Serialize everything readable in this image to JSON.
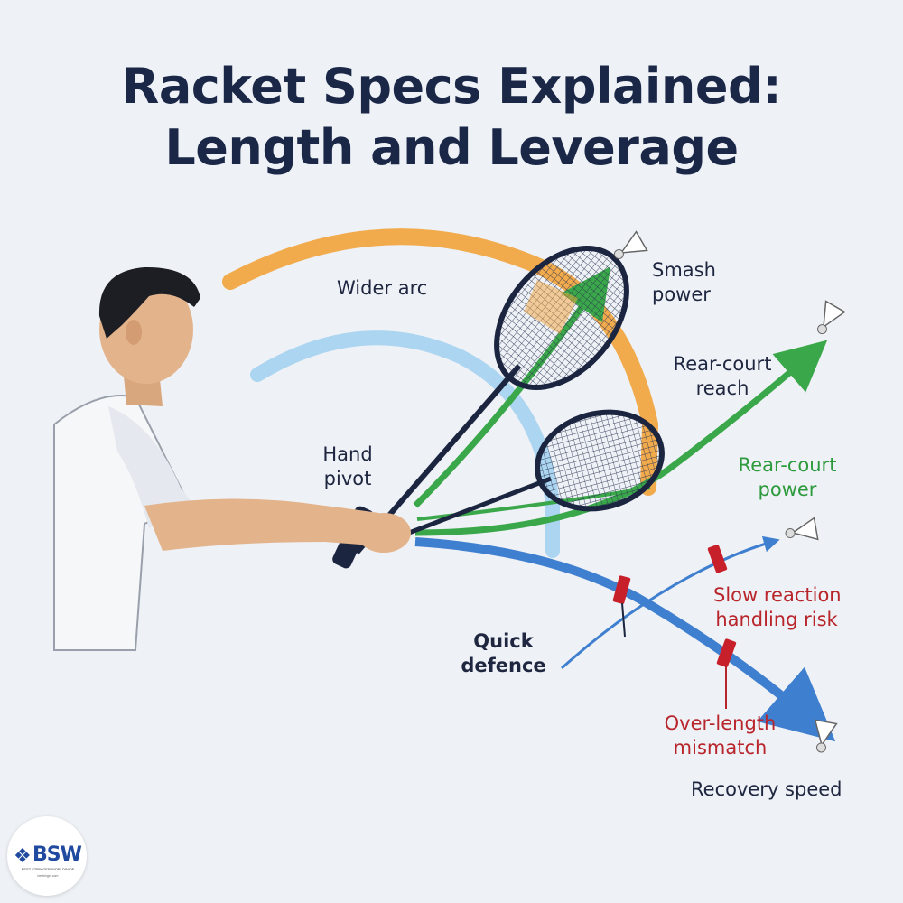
{
  "title": {
    "line1": "Racket Specs Explained:",
    "line2": "Length and Leverage"
  },
  "labels": {
    "wider_arc": "Wider arc",
    "smash_power_1": "Smash",
    "smash_power_2": "power",
    "rear_court_reach_1": "Rear-court",
    "rear_court_reach_2": "reach",
    "rear_court_power_1": "Rear-court",
    "rear_court_power_2": "power",
    "hand_pivot_1": "Hand",
    "hand_pivot_2": "pivot",
    "slow_reaction_1": "Slow reaction",
    "slow_reaction_2": "handling risk",
    "quick_defence_1": "Quick",
    "quick_defence_2": "defence",
    "over_length_1": "Over-length",
    "over_length_2": "mismatch",
    "recovery_speed": "Recovery speed"
  },
  "logo": {
    "text": "BSW",
    "subtitle": "BEST STRINGER WORLDWIDE",
    "url": "bestringer.com"
  },
  "colors": {
    "background": "#eef1f6",
    "title": "#1a2747",
    "orange_arc": "#f2a33a",
    "light_blue_arc": "#9fd0ee",
    "green_arrow": "#3aa84a",
    "blue_arrow": "#3f7fcf",
    "red_marker": "#c8202a",
    "racket_frame": "#1c2540"
  },
  "icons": [
    "shuttlecock-icon",
    "badminton-racket",
    "player-illustration"
  ]
}
